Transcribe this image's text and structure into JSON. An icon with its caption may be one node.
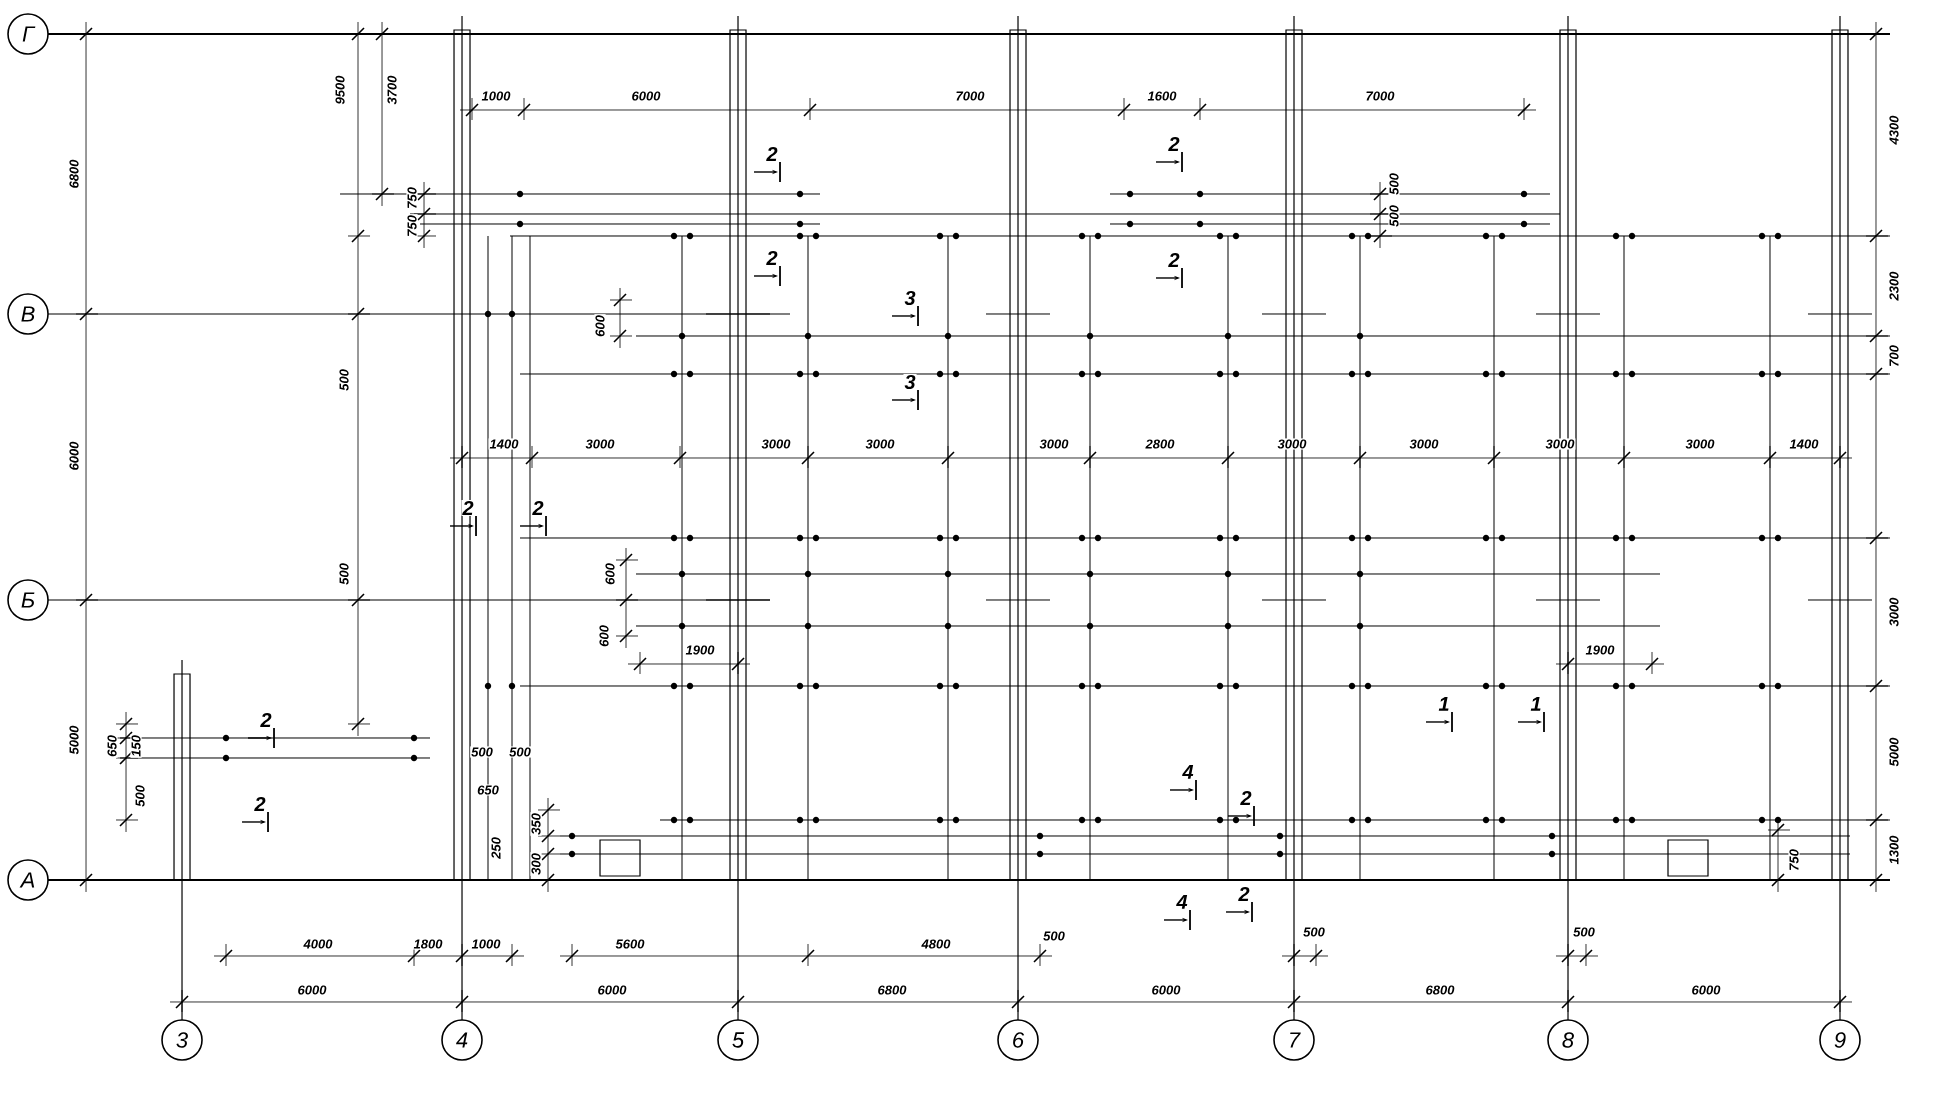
{
  "diagram": {
    "nodes": [
      {
        "text": [
          "Г"
        ]
      },
      {
        "text": [
          "В"
        ]
      },
      {
        "text": [
          "Б"
        ]
      },
      {
        "text": [
          "А"
        ]
      },
      {
        "text": [
          "3"
        ]
      },
      {
        "text": [
          "4"
        ]
      },
      {
        "text": [
          "5"
        ]
      },
      {
        "text": [
          "6"
        ]
      },
      {
        "text": [
          "7"
        ]
      },
      {
        "text": [
          "8"
        ]
      },
      {
        "text": [
          "9"
        ]
      }
    ],
    "labels": [
      "6800",
      "9500",
      "3700",
      "1000",
      "6000",
      "7000",
      "1600",
      "7000",
      "4300",
      "2",
      "2",
      "750",
      "500",
      "500",
      "750",
      "2",
      "2",
      "2300",
      "3",
      "600",
      "700",
      "500",
      "3",
      "6000",
      "1400",
      "3000",
      "3000",
      "3000",
      "3000",
      "2800",
      "3000",
      "3000",
      "3000",
      "3000",
      "1400",
      "2",
      "2",
      "500",
      "600",
      "3000",
      "600",
      "1900",
      "1900",
      "1",
      "1",
      "5000",
      "2",
      "5000",
      "650",
      "150",
      "500",
      "500",
      "4",
      "650",
      "500",
      "2",
      "2",
      "350",
      "250",
      "1300",
      "300",
      "750",
      "2",
      "4",
      "500",
      "500",
      "500",
      "4000",
      "1800",
      "1000",
      "5600",
      "4800",
      "6000",
      "6000",
      "6800",
      "6000",
      "6800",
      "6000"
    ]
  }
}
